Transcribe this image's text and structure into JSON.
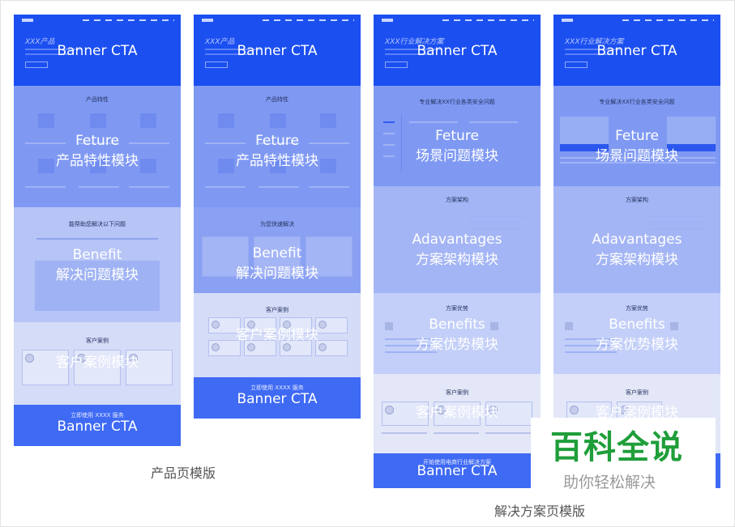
{
  "product_template": {
    "caption": "产品页模版",
    "hero": {
      "subtitle": "XXX产品",
      "overlay": "Banner CTA"
    },
    "feature": {
      "title": "产品特性",
      "overlay_line1": "Feture",
      "overlay_line2": "产品特性模块"
    },
    "benefit": {
      "title": "能帮助您解决以下问题",
      "overlay_line1": "Benefit",
      "overlay_line2": "解决问题模块"
    },
    "case": {
      "title": "客户案例",
      "overlay": "客户案例模块"
    },
    "cta": {
      "title": "立即使用 XXXX 服务",
      "overlay": "Banner CTA"
    }
  },
  "product_template_b": {
    "hero": {
      "subtitle": "XXX产品",
      "overlay": "Banner CTA"
    },
    "feature": {
      "title": "产品特性",
      "overlay_line1": "Feture",
      "overlay_line2": "产品特性模块"
    },
    "benefit": {
      "title": "为您快速解决",
      "overlay_line1": "Benefit",
      "overlay_line2": "解决问题模块"
    },
    "case": {
      "title": "客户案例",
      "overlay": "客户案例模块"
    },
    "cta": {
      "title": "立即使用 XXXX 服务",
      "overlay": "Banner CTA"
    }
  },
  "solution_template": {
    "caption": "解决方案页模版",
    "hero": {
      "subtitle": "XXX行业解决方案",
      "overlay": "Banner CTA"
    },
    "scenario": {
      "title": "专业解决XX行业各类安全问题",
      "overlay_line1": "Feture",
      "overlay_line2": "场景问题模块"
    },
    "architecture": {
      "title": "方案架构",
      "overlay_line1": "Adavantages",
      "overlay_line2": "方案架构模块"
    },
    "advantage": {
      "title": "方案优势",
      "overlay_line1": "Benefits",
      "overlay_line2": "方案优势模块"
    },
    "case": {
      "title": "客户案例",
      "overlay": "客户案例模块"
    },
    "cta": {
      "title": "开始使用电商行业解决方案",
      "overlay": "Banner CTA"
    }
  },
  "solution_template_b": {
    "hero": {
      "subtitle": "XXX行业解决方案",
      "overlay": "Banner CTA"
    },
    "scenario": {
      "title": "专业解决XX行业各类安全问题",
      "overlay_line1": "Feture",
      "overlay_line2": "场景问题模块"
    },
    "architecture": {
      "title": "方案架构",
      "overlay_line1": "Adavantages",
      "overlay_line2": "方案架构模块"
    },
    "advantage": {
      "title": "方案优势",
      "overlay_line1": "Benefits",
      "overlay_line2": "方案优势模块"
    },
    "case": {
      "title": "客户案例",
      "overlay": "客户案例模块"
    }
  },
  "watermark": {
    "title": "百科全说",
    "subtitle": "助你轻松解决"
  },
  "colors": {
    "hero": "#1b4ff0",
    "feature": "#7f99f3",
    "benefit": "#b6c4f6",
    "case": "#d5dcf8",
    "cta": "#3f6af4",
    "watermark_green": "#1f9e3a"
  }
}
